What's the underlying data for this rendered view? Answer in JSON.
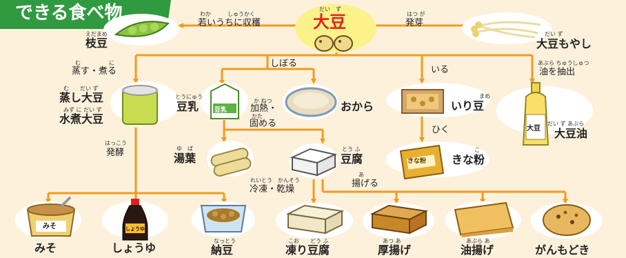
{
  "title": "できる食べ物",
  "center": {
    "label": "大豆",
    "ruby": "だい　ず"
  },
  "branches": {
    "young": {
      "label": "若いうちに収穫",
      "ruby": "わか　　　しゅうかく"
    },
    "sprout": {
      "label": "発芽",
      "ruby": "はつ が"
    },
    "steam": {
      "label": "蒸す・煮る",
      "ruby_a": "む",
      "ruby_b": "に"
    },
    "squeeze": {
      "label": "しぼる"
    },
    "roast": {
      "label": "いる"
    },
    "extract": {
      "label": "油を抽出",
      "ruby": "あぶら ちゅうしゅつ"
    },
    "heat": {
      "label": "加熱・",
      "ruby": "か ねつ"
    },
    "harden": {
      "label": "固める",
      "ruby": "かた"
    },
    "grind": {
      "label": "ひく"
    },
    "ferment": {
      "label": "発酵",
      "ruby": "はっこう"
    },
    "freeze": {
      "label": "冷凍・乾燥",
      "ruby": "れいとう　かんそう"
    },
    "fry": {
      "label": "揚げる",
      "ruby": "あ"
    }
  },
  "foods": {
    "edamame": {
      "label": "枝豆",
      "ruby": "えだまめ"
    },
    "moyashi": {
      "label": "大豆もやし",
      "ruby": "だい ず"
    },
    "steamed": {
      "label": "蒸し大豆",
      "ruby": "む　　だい ず"
    },
    "boiled": {
      "label": "水煮大豆",
      "ruby": "みず に だい ず"
    },
    "soymilk": {
      "label": "豆乳",
      "ruby": "とうにゅう",
      "pack_text": "豆乳"
    },
    "okara": {
      "label": "おから"
    },
    "iri": {
      "label": "いり豆",
      "ruby": "まめ"
    },
    "oil": {
      "label": "大豆油",
      "ruby": "だい ず あぶら",
      "bottle_text": "大豆"
    },
    "yuba": {
      "label": "湯葉",
      "ruby": "ゆ　ば"
    },
    "tofu": {
      "label": "豆腐",
      "ruby": "とう ふ"
    },
    "kinako": {
      "label": "きな粉",
      "ruby": "こ",
      "bag_text": "きな粉"
    },
    "miso": {
      "label": "みそ",
      "box_text": "みそ"
    },
    "shoyu": {
      "label": "しょうゆ",
      "bottle_text": "しょうゆ"
    },
    "natto": {
      "label": "納豆",
      "ruby": "なっとう"
    },
    "koya": {
      "label": "凍り豆腐",
      "ruby": "こお　　どう ふ"
    },
    "atsuage": {
      "label": "厚揚げ",
      "ruby": "あつ あ"
    },
    "aburaage": {
      "label": "油揚げ",
      "ruby": "あぶら あ"
    },
    "ganmo": {
      "label": "がんもどき"
    }
  },
  "colors": {
    "line": "#f39a1e",
    "title_bg": "#2f9a3f",
    "center_text": "#e8201a",
    "blob": "#ffffff",
    "background": "#fdf1dc"
  }
}
